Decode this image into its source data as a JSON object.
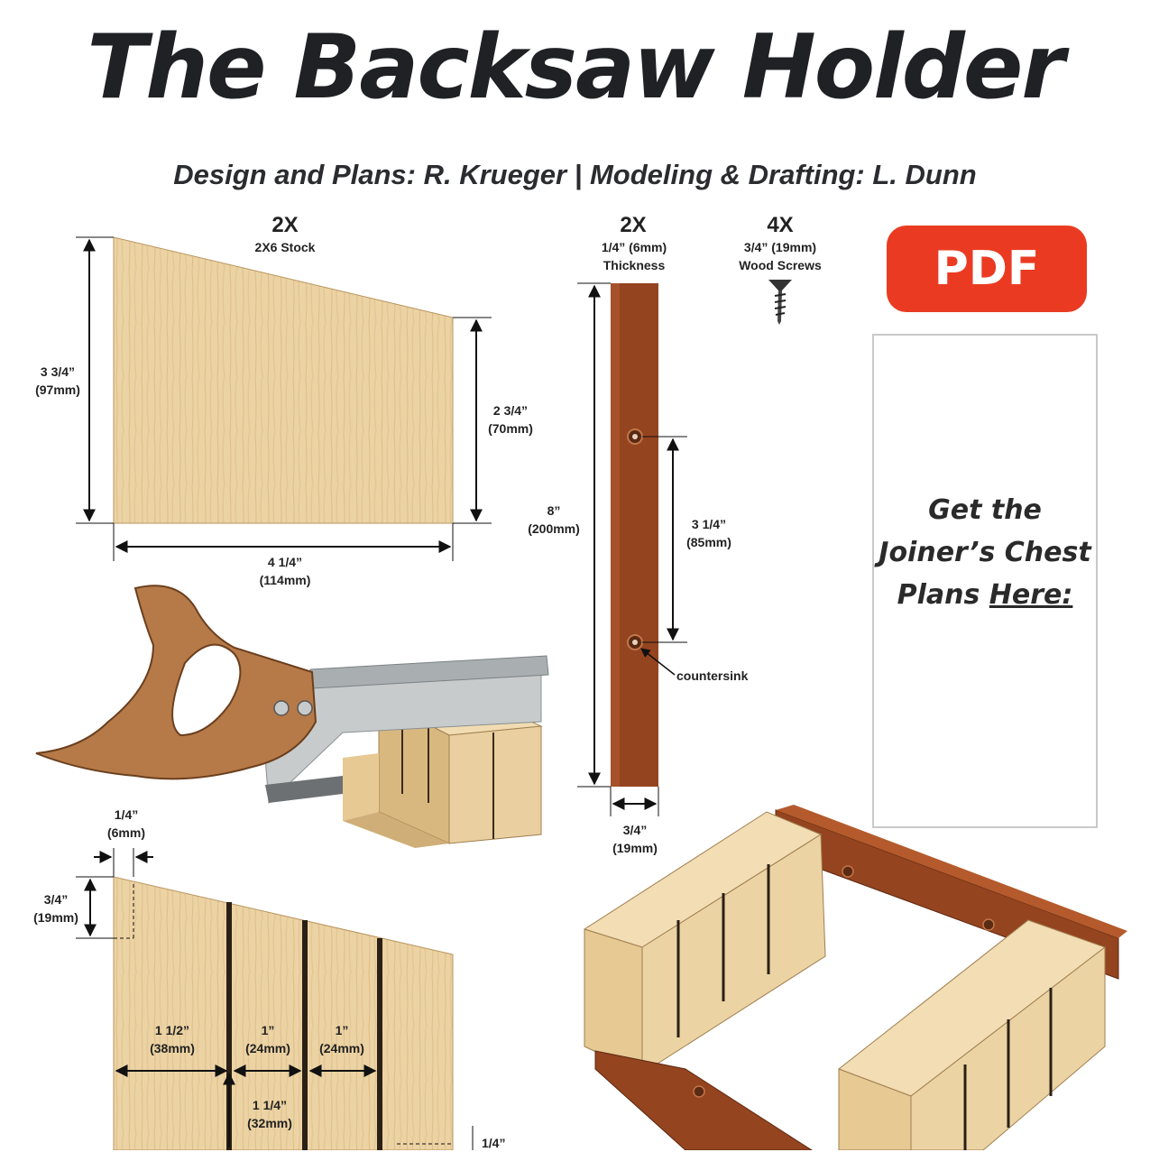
{
  "page": {
    "title": "The Backsaw Holder",
    "subtitle": "Design and Plans: R. Krueger | Modeling & Drafting: L. Dunn"
  },
  "side_panel": {
    "qty": "2X",
    "stock": "2X6 Stock",
    "height": "3 3/4”",
    "height_mm": "(97mm)",
    "right_height": "2 3/4”",
    "right_height_mm": "(70mm)",
    "width": "4 1/4”",
    "width_mm": "(114mm)"
  },
  "rail": {
    "qty": "2X",
    "thickness": "1/4” (6mm)",
    "thickness_label": "Thickness",
    "length": "8”",
    "length_mm": "(200mm)",
    "hole_spacing": "3 1/4”",
    "hole_spacing_mm": "(85mm)",
    "countersink": "countersink",
    "width": "3/4”",
    "width_mm": "(19mm)"
  },
  "screws": {
    "qty": "4X",
    "size": "3/4” (19mm)",
    "label": "Wood Screws"
  },
  "pdf_button": {
    "label": "PDF",
    "color": "#ea3b22"
  },
  "promo": {
    "line1": "Get the",
    "line2": "Joiner’s Chest",
    "line3a": "Plans ",
    "line3b": "Here:"
  },
  "slot_detail": {
    "offset": "1/4”",
    "offset_mm": "(6mm)",
    "depth": "3/4”",
    "depth_mm": "(19mm)",
    "gap1": "1 1/2”",
    "gap1_mm": "(38mm)",
    "gap2": "1”",
    "gap2_mm": "(24mm)",
    "gap3": "1”",
    "gap3_mm": "(24mm)",
    "slot_depth": "1 1/4”",
    "slot_depth_mm": "(32mm)",
    "partial": "1/4”"
  },
  "colors": {
    "wood": "#ecd3a3",
    "wood_shade": "#dcbb85",
    "rail": "#94441f",
    "handle": "#b67a48",
    "blade": "#c7cbcc"
  }
}
